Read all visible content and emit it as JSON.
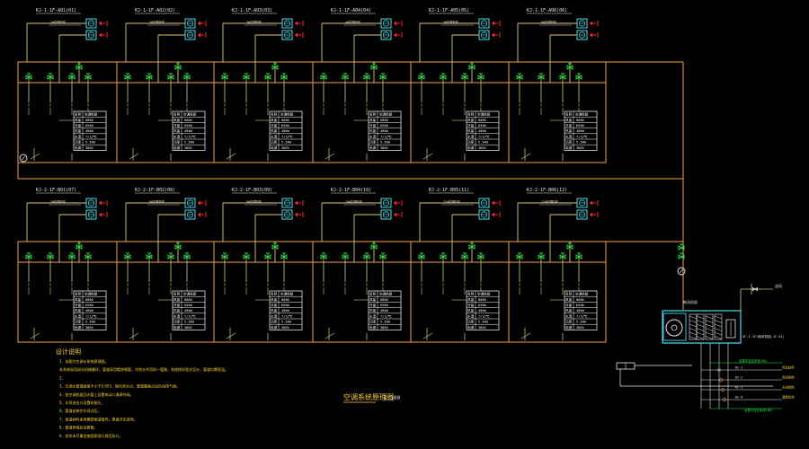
{
  "colors": {
    "background": "#000000",
    "pipe": "#f0a24a",
    "pipe_thin": "#d9c97a",
    "unit_box": "#4fd8e8",
    "arrow_red": "#ff2a2a",
    "valve_green": "#2ee64a",
    "text_white": "#e8e8e8",
    "text_yellow": "#ffd23c",
    "table_border": "#ffffff"
  },
  "drawing": {
    "title": "空调系统原理图",
    "scale": "1:100"
  },
  "systems": {
    "top": {
      "zones": [
        {
          "tag": "KJ-1-1F-A01(01)",
          "note": "1#空调机组"
        },
        {
          "tag": "KJ-1-1F-A02(02)",
          "note": "2#空调机组"
        },
        {
          "tag": "KJ-1-1F-A03(03)",
          "note": "3#空调机组"
        },
        {
          "tag": "KJ-1-1F-A04(04)",
          "note": "4#空调机组"
        },
        {
          "tag": "KJ-1-1F-A05(05)",
          "note": "5#空调机组"
        },
        {
          "tag": "KJ-1-1F-A06(06)",
          "note": "6#空调机组"
        }
      ]
    },
    "bottom": {
      "zones": [
        {
          "tag": "KJ-2-1F-B01(07)",
          "note": "7#空调机组"
        },
        {
          "tag": "KJ-2-1F-B02(08)",
          "note": "8#空调机组"
        },
        {
          "tag": "KJ-2-1F-B03(09)",
          "note": "9#空调机组"
        },
        {
          "tag": "KJ-2-1F-B04(10)",
          "note": "10#空调机组"
        },
        {
          "tag": "KJ-2-1F-B05(11)",
          "note": "11#空调机组"
        },
        {
          "tag": "KJ-2-1F-B06(12)",
          "note": "12#空调机组"
        }
      ]
    }
  },
  "zone_table": {
    "header": [
      "名称",
      "空调机组"
    ],
    "rows": [
      [
        "风量",
        "8000"
      ],
      [
        "冷量",
        "65kW"
      ],
      [
        "热量",
        "40kW"
      ],
      [
        "水温",
        "7/12℃"
      ],
      [
        "功率",
        "5.5kW"
      ],
      [
        "电源",
        "380V"
      ]
    ]
  },
  "ahu": {
    "label": "新风机组",
    "side_label": "XF-1-1F(新风机组-1F-01)",
    "supply_label": "送风",
    "control_lines": [
      {
        "code": "KC-1",
        "label": "风机启停"
      },
      {
        "code": "KC-2",
        "label": "风阀控制"
      },
      {
        "code": "KC-3",
        "label": "水阀控制"
      },
      {
        "code": "KC-4",
        "label": "温度检测"
      }
    ],
    "green_note": "至楼宇自控系统(BA)"
  },
  "notes": {
    "heading": "设计说明",
    "items": [
      "1、本图为空调水系统原理图。",
      "本系统采用闭式机械循环，管道采用镀锌钢管，冷热水共用同一管路，系统按异程式设计，管道均需保温。",
      "2、",
      "3、空调水管道坡度不小于0.003，坡向泄水点，管道最高点设自动排气阀。",
      "4、各空调机组回水管上设置电动二通调节阀。",
      "5、水泵进出口设置软接头。",
      "6、管道安装完毕须试压。",
      "7、保温材料采用橡塑保温管壳，厚度详见说明。",
      "8、管道穿墙处设套管。",
      "9、其余未尽事宜按国家现行规范执行。"
    ]
  }
}
